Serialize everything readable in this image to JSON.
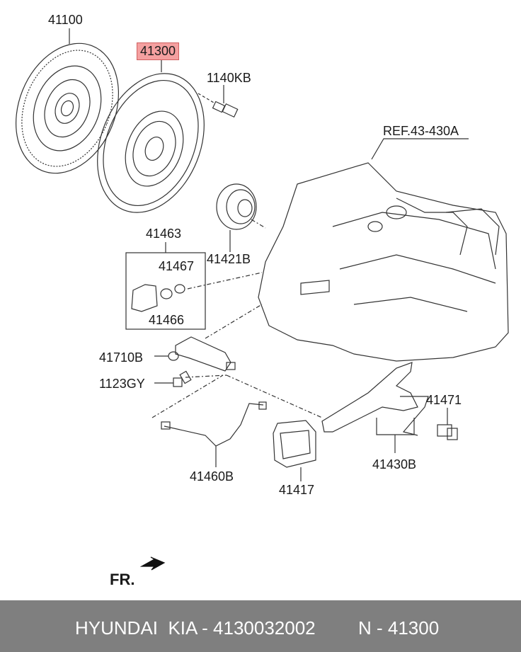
{
  "labels": {
    "p41100": "41100",
    "p41300": "41300",
    "p1140kb": "1140KB",
    "ref": "REF.43-430A",
    "p41463": "41463",
    "p41467": "41467",
    "p41466": "41466",
    "p41421b": "41421B",
    "p41710b": "41710B",
    "p1123gy": "1123GY",
    "p41460b": "41460B",
    "p41417": "41417",
    "p41471": "41471",
    "p41430b": "41430B",
    "fr": "FR."
  },
  "footer": {
    "left": "HYUNDAI  KIA - 4130032002",
    "right": "N - 41300"
  },
  "colors": {
    "highlight": "#f4a0a0",
    "footer_bg": "#7f7f7f",
    "line": "#333333"
  }
}
